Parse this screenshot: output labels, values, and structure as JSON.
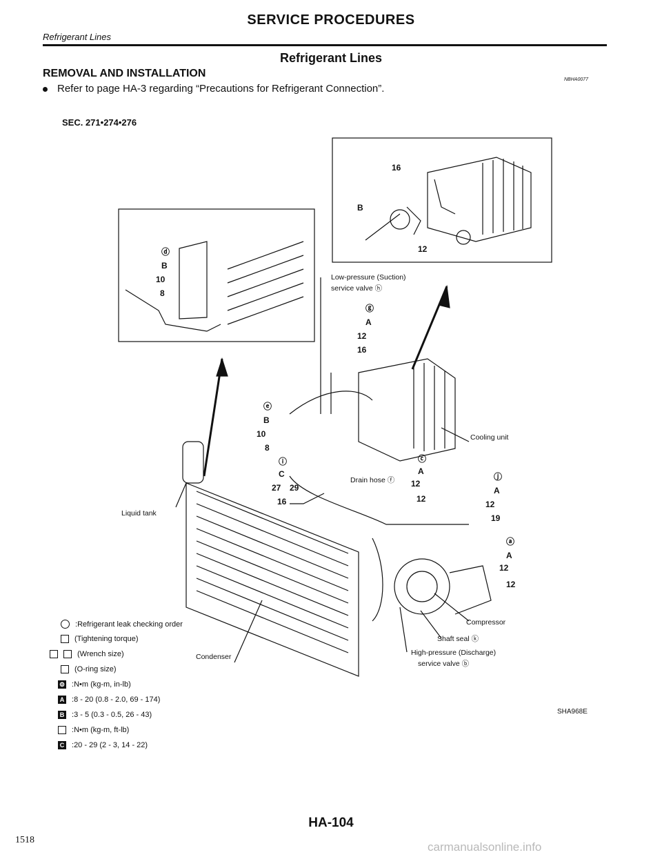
{
  "header": {
    "title": "SERVICE PROCEDURES",
    "subtitle": "Refrigerant Lines"
  },
  "section": {
    "title": "Refrigerant Lines",
    "heading": "REMOVAL AND INSTALLATION",
    "doc_id": "NBHA0077",
    "bullet": "Refer to page HA-3 regarding “Precautions for Refrigerant Connection”.",
    "sec_code": "SEC. 271•274•276"
  },
  "diagram": {
    "labels": {
      "low_pressure_1": "Low-pressure (Suction)",
      "low_pressure_2": "service valve ⓗ",
      "cooling_unit": "Cooling unit",
      "drain_hose": "Drain hose ⓕ",
      "liquid_tank": "Liquid tank",
      "condenser": "Condenser",
      "compressor": "Compressor",
      "shaft_seal": "Shaft seal ⓚ",
      "high_pressure_1": "High-pressure (Discharge)",
      "high_pressure_2": "service valve ⓑ"
    },
    "marks": {
      "m16a": "16",
      "mBa": "B",
      "m12a": "12",
      "md": "ⓓ",
      "mB1": "B",
      "m10a": "10",
      "m8a": "8",
      "mg": "ⓖ",
      "mA1": "A",
      "m12b": "12",
      "m16b": "16",
      "me": "ⓔ",
      "mB2": "B",
      "m10b": "10",
      "m8b": "8",
      "mi": "ⓘ",
      "mC": "C",
      "m27": "27",
      "m29": "29",
      "m16c": "16",
      "mc": "ⓒ",
      "mA2": "A",
      "m12c": "12",
      "m12d": "12",
      "mj": "ⓙ",
      "mA3": "A",
      "m12e": "12",
      "m19": "19",
      "ma": "ⓐ",
      "mA4": "A",
      "m12f": "12",
      "m12g": "12"
    }
  },
  "legend": {
    "r1": "Refrigerant leak checking order",
    "r2": "(Tightening torque)",
    "r3": "(Wrench size)",
    "r4": "(O-ring size)",
    "r5": "N•m (kg-m, in-lb)",
    "r6": "8 - 20 (0.8 - 2.0, 69 - 174)",
    "r7": "3 - 5 (0.3 - 0.5, 26 - 43)",
    "r8": "N•m (kg-m, ft-lb)",
    "r9": "20 - 29 (2 - 3, 14 - 22)",
    "sym_a": "A",
    "sym_b": "B",
    "sym_c": "C"
  },
  "footer": {
    "figure_id": "SHA968E",
    "page": "HA-104",
    "left_number": "1518",
    "watermark": "carmanualsonline.info"
  }
}
